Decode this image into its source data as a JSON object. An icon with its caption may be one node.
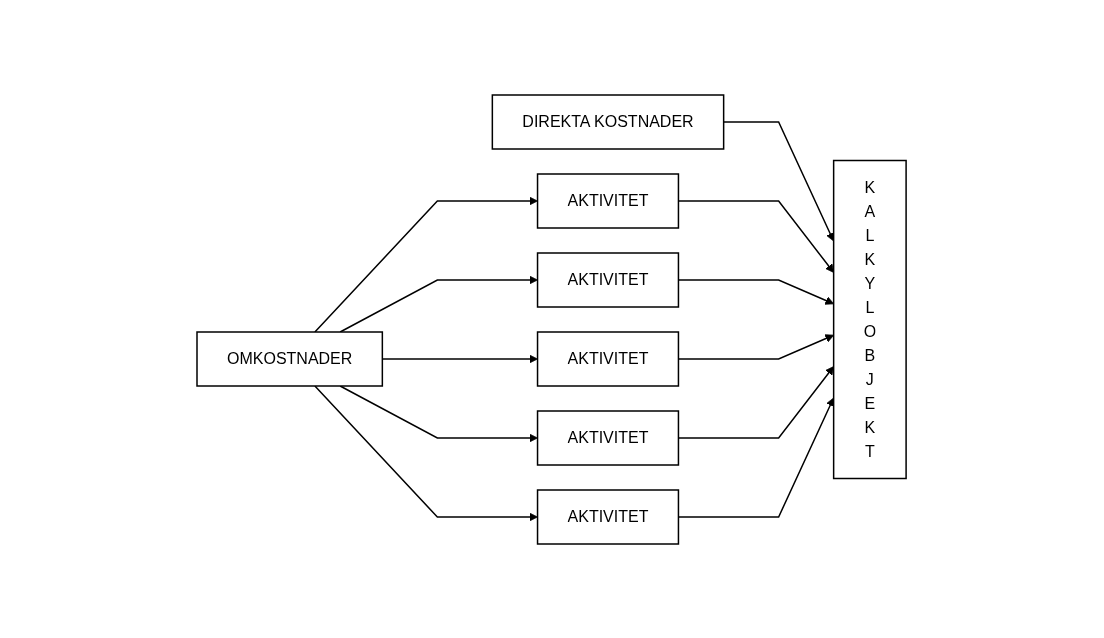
{
  "diagram": {
    "nodes": [
      {
        "text": [
          "DIREKTA KOSTNADER"
        ]
      },
      {
        "text": [
          "OMKOSTNADER"
        ]
      },
      {
        "text": [
          "AKTIVITET"
        ]
      },
      {
        "text": [
          "AKTIVITET"
        ]
      },
      {
        "text": [
          "AKTIVITET"
        ]
      },
      {
        "text": [
          "AKTIVITET"
        ]
      },
      {
        "text": [
          "AKTIVITET"
        ]
      },
      {
        "text": [
          "K A L K Y L O B J E K T"
        ]
      }
    ],
    "edges": [
      {
        "from": 0,
        "to": 7,
        "arrow": "to"
      },
      {
        "from": 1,
        "to": 2,
        "arrow": "to"
      },
      {
        "from": 1,
        "to": 3,
        "arrow": "to"
      },
      {
        "from": 1,
        "to": 4,
        "arrow": "to"
      },
      {
        "from": 1,
        "to": 5,
        "arrow": "to"
      },
      {
        "from": 1,
        "to": 6,
        "arrow": "to"
      },
      {
        "from": 2,
        "to": 7,
        "arrow": "to"
      },
      {
        "from": 3,
        "to": 7,
        "arrow": "to"
      },
      {
        "from": 4,
        "to": 7,
        "arrow": "to"
      },
      {
        "from": 5,
        "to": 7,
        "arrow": "to"
      },
      {
        "from": 6,
        "to": 7,
        "arrow": "to"
      }
    ]
  }
}
